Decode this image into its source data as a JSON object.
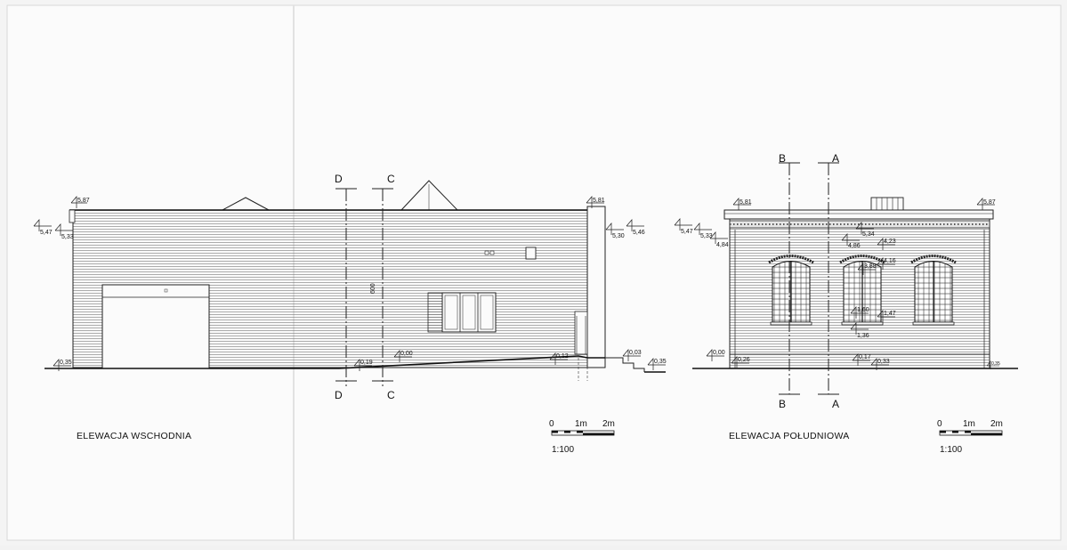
{
  "east": {
    "title": "ELEWACJA WSCHODNIA",
    "section_d": "D",
    "section_c": "C",
    "height_dim": "600",
    "levels": [
      "5,87",
      "5,47",
      "5,33",
      "5,81",
      "5,30",
      "5,46",
      "0,35",
      "0,19",
      "0,00",
      "0,12",
      "0,03",
      "0,35"
    ]
  },
  "south": {
    "title": "ELEWACJA POŁUDNIOWA",
    "section_b": "B",
    "section_a": "A",
    "levels": [
      "5,81",
      "5,87",
      "5,47",
      "5,33",
      "5,34",
      "4,84",
      "4,86",
      "4,23",
      "4,16",
      "3,88",
      "1,60",
      "1,47",
      "1,36",
      "0,00",
      "0,26",
      "0,17",
      "0,33",
      "0,35"
    ]
  },
  "scale_bars": [
    {
      "ticks": [
        "0",
        "1m",
        "2m"
      ],
      "ratio": "1:100"
    },
    {
      "ticks": [
        "0",
        "1m",
        "2m"
      ],
      "ratio": "1:100"
    }
  ]
}
